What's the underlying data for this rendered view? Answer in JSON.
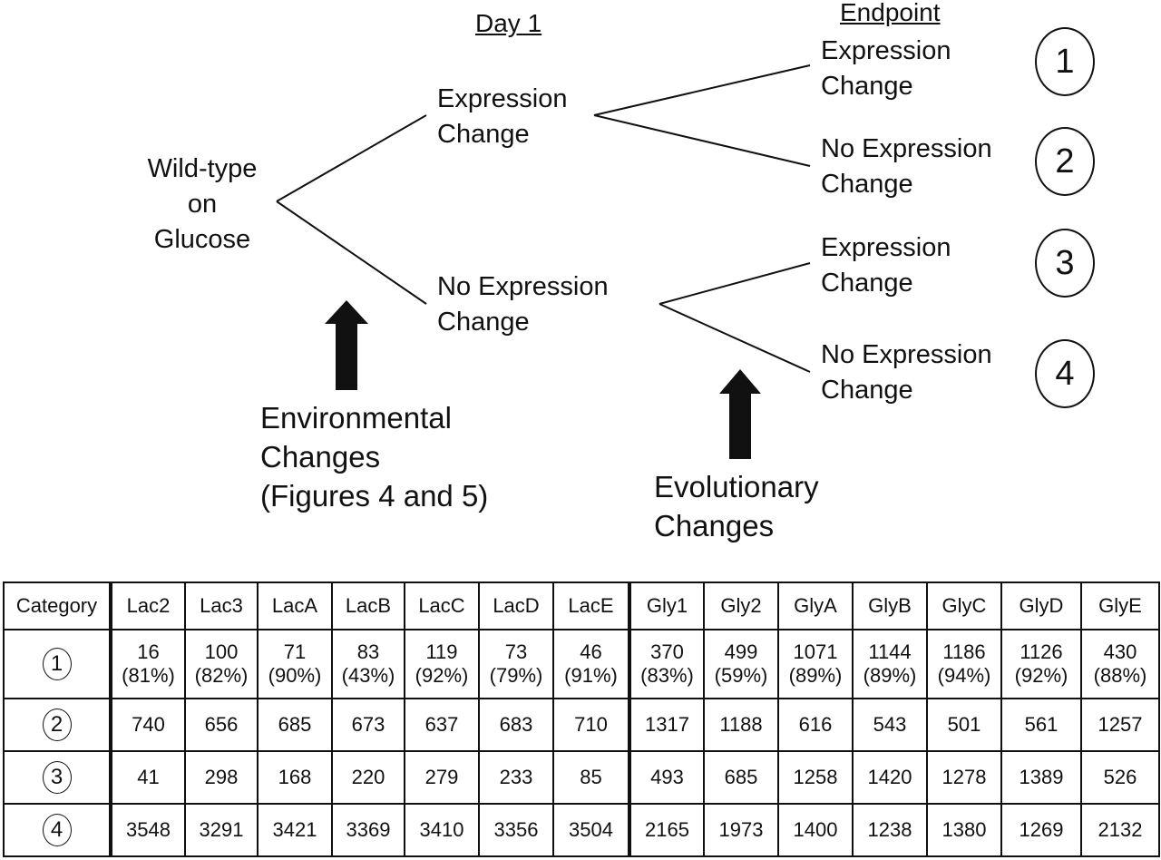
{
  "diagram": {
    "day1_header": "Day 1",
    "endpoint_header": "Endpoint",
    "root": [
      "Wild-type",
      "on",
      "Glucose"
    ],
    "day1_expr": [
      "Expression",
      "Change"
    ],
    "day1_noexpr": [
      "No Expression",
      "Change"
    ],
    "end1": [
      "Expression",
      "Change"
    ],
    "end2": [
      "No Expression",
      "Change"
    ],
    "end3": [
      "Expression",
      "Change"
    ],
    "end4": [
      "No Expression",
      "Change"
    ],
    "circles": [
      "1",
      "2",
      "3",
      "4"
    ],
    "env_changes": [
      "Environmental",
      "Changes",
      "(Figures 4 and 5)"
    ],
    "evo_changes": [
      "Evolutionary",
      "Changes"
    ]
  },
  "table": {
    "header": [
      "Category",
      "Lac2",
      "Lac3",
      "LacA",
      "LacB",
      "LacC",
      "LacD",
      "LacE",
      "Gly1",
      "Gly2",
      "GlyA",
      "GlyB",
      "GlyC",
      "GlyD",
      "GlyE"
    ],
    "rows": [
      {
        "cat": "1",
        "cells": [
          [
            "16",
            "(81%)"
          ],
          [
            "100",
            "(82%)"
          ],
          [
            "71",
            "(90%)"
          ],
          [
            "83",
            "(43%)"
          ],
          [
            "119",
            "(92%)"
          ],
          [
            "73",
            "(79%)"
          ],
          [
            "46",
            "(91%)"
          ],
          [
            "370",
            "(83%)"
          ],
          [
            "499",
            "(59%)"
          ],
          [
            "1071",
            "(89%)"
          ],
          [
            "1144",
            "(89%)"
          ],
          [
            "1186",
            "(94%)"
          ],
          [
            "1126",
            "(92%)"
          ],
          [
            "430",
            "(88%)"
          ]
        ]
      },
      {
        "cat": "2",
        "cells": [
          [
            "740"
          ],
          [
            "656"
          ],
          [
            "685"
          ],
          [
            "673"
          ],
          [
            "637"
          ],
          [
            "683"
          ],
          [
            "710"
          ],
          [
            "1317"
          ],
          [
            "1188"
          ],
          [
            "616"
          ],
          [
            "543"
          ],
          [
            "501"
          ],
          [
            "561"
          ],
          [
            "1257"
          ]
        ]
      },
      {
        "cat": "3",
        "cells": [
          [
            "41"
          ],
          [
            "298"
          ],
          [
            "168"
          ],
          [
            "220"
          ],
          [
            "279"
          ],
          [
            "233"
          ],
          [
            "85"
          ],
          [
            "493"
          ],
          [
            "685"
          ],
          [
            "1258"
          ],
          [
            "1420"
          ],
          [
            "1278"
          ],
          [
            "1389"
          ],
          [
            "526"
          ]
        ]
      },
      {
        "cat": "4",
        "cells": [
          [
            "3548"
          ],
          [
            "3291"
          ],
          [
            "3421"
          ],
          [
            "3369"
          ],
          [
            "3410"
          ],
          [
            "3356"
          ],
          [
            "3504"
          ],
          [
            "2165"
          ],
          [
            "1973"
          ],
          [
            "1400"
          ],
          [
            "1238"
          ],
          [
            "1380"
          ],
          [
            "1269"
          ],
          [
            "2132"
          ]
        ]
      }
    ]
  }
}
